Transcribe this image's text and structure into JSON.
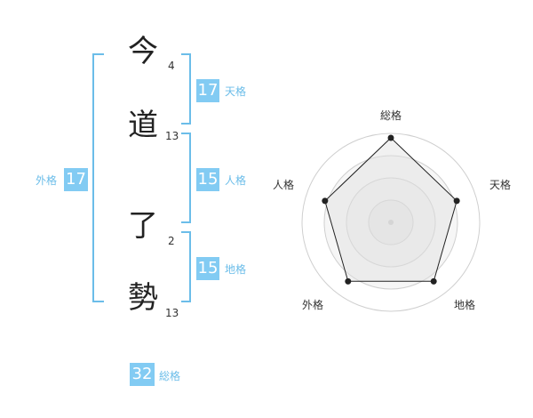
{
  "name_chars": [
    {
      "char": "今",
      "strokes": "4"
    },
    {
      "char": "道",
      "strokes": "13"
    },
    {
      "char": "了",
      "strokes": "2"
    },
    {
      "char": "勢",
      "strokes": "13"
    }
  ],
  "kakaku": {
    "tenkaku": {
      "value": "17",
      "label": "天格"
    },
    "jinkaku": {
      "value": "15",
      "label": "人格"
    },
    "chikaku": {
      "value": "15",
      "label": "地格"
    },
    "gaikaku": {
      "value": "17",
      "label": "外格"
    },
    "soukaku": {
      "value": "32",
      "label": "総格"
    }
  },
  "colors": {
    "accent": "#82cbf3",
    "bracket": "#6bbde9",
    "text": "#222222"
  },
  "radar": {
    "labels": [
      "総格",
      "天格",
      "地格",
      "外格",
      "人格"
    ],
    "scores": [
      0.95,
      0.78,
      0.82,
      0.82,
      0.78
    ],
    "rings": 4
  }
}
